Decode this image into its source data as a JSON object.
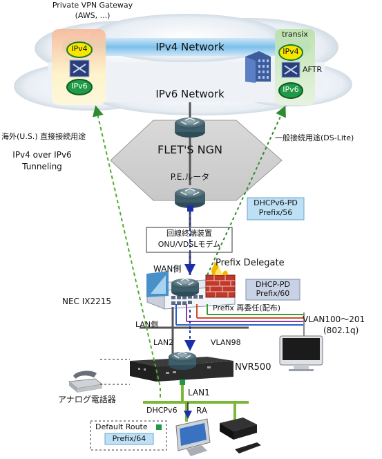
{
  "vpn_gateway": {
    "title": "Private VPN Gateway",
    "subtitle": "(AWS, ...)",
    "ipv4": "IPv4",
    "ipv6": "IPv6"
  },
  "transix": {
    "title": "transix",
    "ipv4": "IPv4",
    "ipv6": "IPv6",
    "aftr": "AFTR"
  },
  "clouds": {
    "ipv4_network": "IPv4 Network",
    "ipv6_network": "IPv6 Network"
  },
  "ngn": {
    "title": "FLET'S NGN",
    "pe_router": "P.E.ルータ"
  },
  "paths": {
    "left_line1": "海外(U.S.) 直接接続用途",
    "left_line2": "IPv4 over IPv6",
    "left_line3": "Tunneling",
    "right": "一般接続用途(DS-Lite)"
  },
  "prefix_boxes": {
    "dhcpv6_pd_title": "DHCPv6-PD",
    "dhcpv6_pd_value": "Prefix/56",
    "dhcp_pd_title": "DHCP-PD",
    "dhcp_pd_value": "Prefix/60",
    "default_route_title": "Default Route",
    "default_route_value": "Prefix/64"
  },
  "onu": {
    "line1": "回線終端装置",
    "line2": "ONU/VDSLモデム"
  },
  "labels": {
    "prefix_delegate": "Prefix Delegate",
    "wan_side": "WAN側",
    "nec_ix": "NEC  IX2215",
    "prefix_redelegate": "Prefix 再委任(配布)",
    "lan_side": "LAN側",
    "vlan_range": "VLAN100～201",
    "vlan_proto": "(802.1q)",
    "lan2": "LAN2",
    "vlan98": "VLAN98",
    "nvr": "NVR500",
    "analog_phone": "アナログ電話器",
    "lan1": "LAN1",
    "dhcpv6": "DHCPv6",
    "ra": "RA"
  }
}
